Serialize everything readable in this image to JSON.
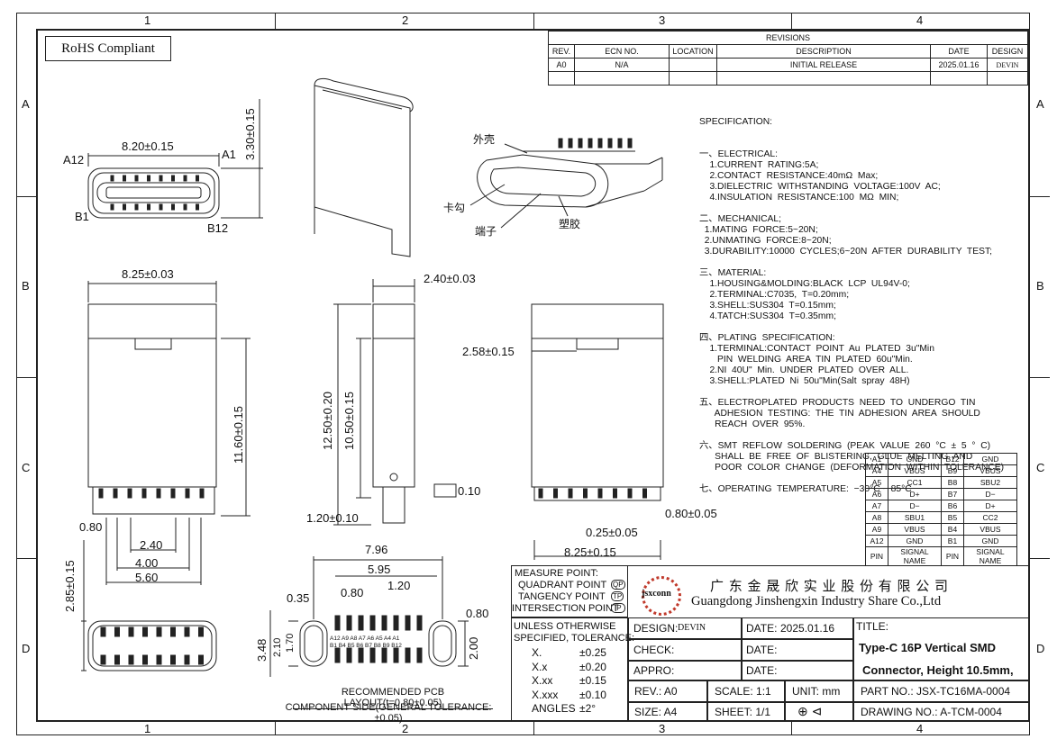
{
  "zones": {
    "cols": [
      "1",
      "2",
      "3",
      "4"
    ],
    "rows": [
      "A",
      "B",
      "C",
      "D"
    ]
  },
  "rohs": "RoHS Compliant",
  "revisions": {
    "title": "REVISIONS",
    "headers": [
      "REV.",
      "ECN NO.",
      "LOCATION",
      "DESCRIPTION",
      "DATE",
      "DESIGN"
    ],
    "row": [
      "A0",
      "N/A",
      "",
      "INITIAL RELEASE",
      "2025.01.16",
      "DEVIN"
    ]
  },
  "spec": {
    "heading": "SPECIFICATION:",
    "lines": [
      "一、ELECTRICAL:",
      "    1.CURRENT  RATING:5A;",
      "    2.CONTACT  RESISTANCE:40mΩ  Max;",
      "    3.DIELECTRIC  WITHSTANDING  VOLTAGE:100V  AC;",
      "    4.INSULATION  RESISTANCE:100  MΩ  MIN;",
      "",
      "二、MECHANICAL;",
      "  1.MATING  FORCE:5~20N;",
      "  2.UNMATING  FORCE:8~20N;",
      "  3.DURABILITY:10000  CYCLES;6~20N  AFTER  DURABILITY  TEST;",
      "",
      "三、MATERIAL:",
      "    1.HOUSING&MOLDING:BLACK  LCP  UL94V-0;",
      "    2.TERMINAL:C7035,  T=0.20mm;",
      "    3.SHELL:SUS304  T=0.15mm;",
      "    4.TATCH:SUS304  T=0.35mm;",
      "",
      "四、PLATING  SPECIFICATION:",
      "    1.TERMINAL:CONTACT  POINT  Au  PLATED  3u\"Min",
      "       PIN  WELDING  AREA  TIN  PLATED  60u\"Min.",
      "    2.NI  40U\"  Min.  UNDER  PLATED  OVER  ALL.",
      "    3.SHELL:PLATED  Ni  50u\"Min(Salt  spray  48H)",
      "",
      "五、ELECTROPLATED  PRODUCTS  NEED  TO  UNDERGO  TIN",
      "      ADHESION  TESTING:  THE  TIN  ADHESION  AREA  SHOULD",
      "      REACH  OVER  95%.",
      "",
      "六、SMT  REFLOW  SOLDERING  (PEAK  VALUE  260  °C  ±  5  °  C)",
      "      SHALL  BE  FREE  OF  BLISTERING,  GLUE  MELTING  AND",
      "      POOR  COLOR  CHANGE  (DEFORMATION  WITHIN  TOLERANCE)",
      "",
      "七、OPERATING  TEMPERATURE:  −30°C~+85°C"
    ]
  },
  "pin_table": {
    "rows": [
      [
        "A1",
        "GND",
        "B12",
        "GND"
      ],
      [
        "A4",
        "VBUS",
        "B9",
        "VBUS"
      ],
      [
        "A5",
        "CC1",
        "B8",
        "SBU2"
      ],
      [
        "A6",
        "D+",
        "B7",
        "D−"
      ],
      [
        "A7",
        "D−",
        "B6",
        "D+"
      ],
      [
        "A8",
        "SBU1",
        "B5",
        "CC2"
      ],
      [
        "A9",
        "VBUS",
        "B4",
        "VBUS"
      ],
      [
        "A12",
        "GND",
        "B1",
        "GND"
      ]
    ],
    "footer": [
      "PIN",
      "SIGNAL NAME",
      "PIN",
      "SIGNAL NAME"
    ]
  },
  "iso_labels": {
    "shell": "外壳",
    "hook": "卡勾",
    "terminal": "端子",
    "plastic": "塑胶"
  },
  "dims": {
    "top_w": "8.20±0.15",
    "top_h": "3.30±0.15",
    "a12": "A12",
    "a1": "A1",
    "b1": "B1",
    "b12": "B12",
    "front_w": "8.25±0.03",
    "front_h": "11.60±0.15",
    "pitch_080": "0.80",
    "pitch_240": "2.40",
    "pitch_400": "4.00",
    "pitch_560": "5.60",
    "side_w": "2.40±0.03",
    "side_h1": "12.50±0.20",
    "side_h2": "10.50±0.15",
    "side_b": "1.20±0.10",
    "flat": "0.10",
    "rear_258": "2.58±0.15",
    "rear_080": "0.80±0.05",
    "rear_025": "0.25±0.05",
    "rear_w": "8.25±0.15",
    "pcb_796": "7.96",
    "pcb_595": "5.95",
    "pcb_120": "1.20",
    "pcb_080": "0.80",
    "pcb_035": "0.35",
    "pcb_080r": "0.80",
    "pcb_348": "3.48",
    "pcb_210": "2.10",
    "pcb_170": "1.70",
    "pcb_200": "2.00",
    "foot_h": "2.85±0.15",
    "pcb_pins_top": "A12 A9 A8 A7 A6 A5 A4 A1",
    "pcb_pins_bot": "B1 B4 B5 B6 B7 B8 B9 B12",
    "pcb_caption1": "RECOMMENDED PCB LAYOUT(t=0.80±0.05)",
    "pcb_caption2": "COMPONENT SIDE(GENERAL TOLERANCE:±0.05)"
  },
  "titleblock": {
    "measure": [
      "MEASURE POINT:",
      "QUADRANT POINT",
      "TANGENCY POINT",
      "INTERSECTION POINT"
    ],
    "measure_codes": [
      "QP",
      "TP",
      "IP"
    ],
    "logo": "jsxconn",
    "company_cn": "广 东 金 晟 欣 实 业 股 份 有 限 公 司",
    "company_en": "Guangdong Jinshengxin Industry Share Co.,Ltd",
    "tol_head": [
      "UNLESS OTHERWISE",
      "SPECIFIED, TOLERANCE:"
    ],
    "tol": [
      [
        "X.",
        "±0.25"
      ],
      [
        "X.x",
        "±0.20"
      ],
      [
        "X.xx",
        "±0.15"
      ],
      [
        "X.xxx",
        "±0.10"
      ],
      [
        "ANGLES",
        "±2°"
      ]
    ],
    "design_lbl": "DESIGN:",
    "design_val": "DEVIN",
    "date_lbl": "DATE:",
    "date_val": "2025.01.16",
    "check_lbl": "CHECK:",
    "appro_lbl": "APPRO:",
    "title_lbl": "TITLE:",
    "title_val1": "Type-C 16P Vertical SMD",
    "title_val2": "Connector, Height 10.5mm,",
    "rev": "REV.: A0",
    "scale": "SCALE: 1:1",
    "unit": "UNIT: mm",
    "size": "SIZE: A4",
    "sheet": "SHEET: 1/1",
    "part": "PART NO.: JSX-TC16MA-0004",
    "drawing": "DRAWING NO.: A-TCM-0004"
  }
}
